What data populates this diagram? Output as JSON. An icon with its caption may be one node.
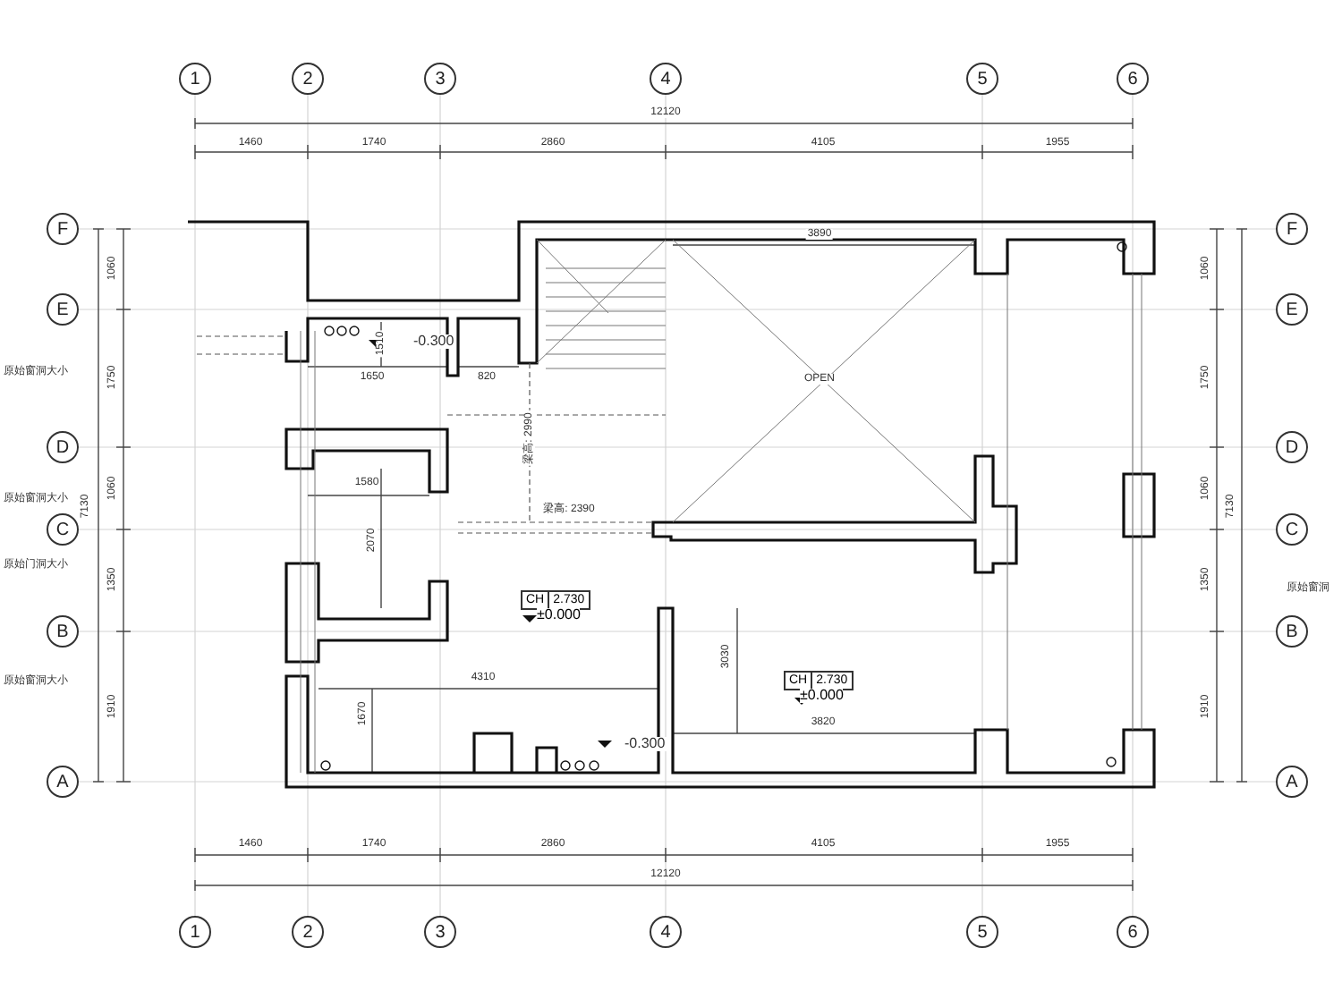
{
  "diagram": {
    "nodes": [
      {
        "text": [
          "1"
        ]
      },
      {
        "text": [
          "2"
        ]
      },
      {
        "text": [
          "3"
        ]
      },
      {
        "text": [
          "4"
        ]
      },
      {
        "text": [
          "5"
        ]
      },
      {
        "text": [
          "6"
        ]
      },
      {
        "text": [
          "F"
        ]
      },
      {
        "text": [
          "E"
        ]
      },
      {
        "text": [
          "D"
        ]
      },
      {
        "text": [
          "C"
        ]
      },
      {
        "text": [
          "B"
        ]
      },
      {
        "text": [
          "A"
        ]
      },
      {
        "text": [
          "F"
        ]
      },
      {
        "text": [
          "E"
        ]
      },
      {
        "text": [
          "D"
        ]
      },
      {
        "text": [
          "C"
        ]
      },
      {
        "text": [
          "B"
        ]
      },
      {
        "text": [
          "A"
        ]
      },
      {
        "text": [
          "1"
        ]
      },
      {
        "text": [
          "2"
        ]
      },
      {
        "text": [
          "3"
        ]
      },
      {
        "text": [
          "4"
        ]
      },
      {
        "text": [
          "5"
        ]
      },
      {
        "text": [
          "6"
        ]
      },
      {
        "text": [
          "CH",
          "2.730"
        ],
        "beside": [
          "±0.000"
        ]
      },
      {
        "text": [
          "CH",
          "2.730"
        ],
        "beside": [
          "±0.000"
        ]
      }
    ],
    "edges": [
      {
        "from": 0,
        "to": 18,
        "arrow": "none"
      },
      {
        "from": 1,
        "to": 19,
        "arrow": "none"
      },
      {
        "from": 2,
        "to": 20,
        "arrow": "none"
      },
      {
        "from": 3,
        "to": 21,
        "arrow": "none"
      },
      {
        "from": 4,
        "to": 22,
        "arrow": "none"
      },
      {
        "from": 5,
        "to": 23,
        "arrow": "none"
      },
      {
        "from": 6,
        "to": 12,
        "arrow": "none"
      },
      {
        "from": 7,
        "to": 13,
        "arrow": "none"
      },
      {
        "from": 8,
        "to": 14,
        "arrow": "none"
      },
      {
        "from": 9,
        "to": 15,
        "arrow": "none"
      },
      {
        "from": 10,
        "to": 16,
        "arrow": "none"
      },
      {
        "from": 11,
        "to": 17,
        "arrow": "none"
      }
    ],
    "labels": [
      "12120",
      "1460",
      "1740",
      "2860",
      "4105",
      "1955",
      "1060",
      "1750",
      "1060",
      "1350",
      "1910",
      "7130",
      "原始窗洞大小",
      "原始窗洞大小",
      "原始门洞大小",
      "原始窗洞大小",
      "-0.300",
      "1510",
      "1650",
      "820",
      "梁高: 2990",
      "1580",
      "2070",
      "梁高: 2390",
      "OPEN",
      "3890",
      "4310",
      "1670",
      "-0.300",
      "3030",
      "3820",
      "1060",
      "1750",
      "1060",
      "1350",
      "1910",
      "7130",
      "原始窗洞",
      "1460",
      "1740",
      "2860",
      "4105",
      "1955",
      "12120"
    ]
  }
}
